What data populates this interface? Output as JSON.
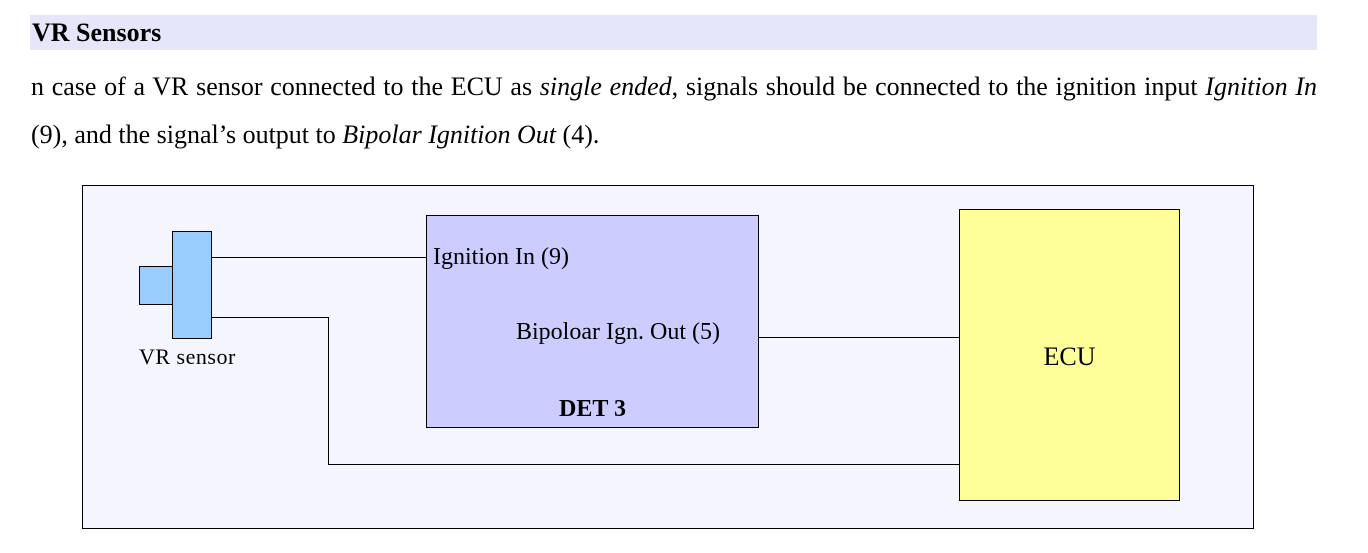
{
  "heading": "VR Sensors",
  "paragraph": {
    "p1": "n case of a VR sensor connected to the ECU as ",
    "e1": "single ended",
    "p2": ", signals should be connected to the ignition input ",
    "e2": "Ignition In",
    "p3": " (9),  and the signal’s output to ",
    "e3": "Bipolar Ignition Out",
    "p4": " (4)."
  },
  "diagram": {
    "sensor_label": "VR sensor",
    "ignition_in_label": "Ignition In (9)",
    "bipolar_out_label": "Bipoloar Ign. Out (5)",
    "det_label": "DET 3",
    "ecu_label": "ECU",
    "colors": {
      "background": "#f5f5ff",
      "sensor": "#99ccff",
      "det": "#ccccff",
      "ecu": "#ffff99",
      "heading_bg": "#e6e6fa"
    }
  }
}
